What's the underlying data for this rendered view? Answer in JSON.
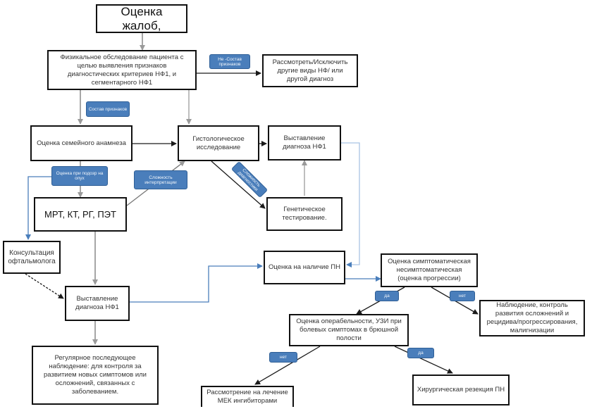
{
  "nodes": {
    "complaints": "Оценка жалоб,",
    "physical_exam": "Физикальное обследование пациента с целью выявления признаков диагностических критериев НФ1, и сегментарного НФ1",
    "consider_exclude": "Рассмотреть/Исключить другие виды НФ/ или другой диагноз",
    "family_history": "Оценка семейного анамнеза",
    "histology": "Гистологическое исследование",
    "diagnosis_nf1_top": "Выставление диагноза НФ1",
    "imaging": "МРТ, КТ, РГ, ПЭТ",
    "genetic_testing": "Генетическое тестирование.",
    "ophthalmologist": "Консультация офтальмолога",
    "pn_assessment": "Оценка на наличие ПН",
    "symptomatic_assessment": "Оценка симптоматическая несимптоматическая (оценка прогрессии)",
    "diagnosis_nf1_bottom": "Выставление диагноза НФ1",
    "operability": "Оценка операбельности, УЗИ при болевых симптомах в брюшной полости",
    "observation_control": "Наблюдение, контроль развития осложнений и рецидива/прогрессирования, малигнизации",
    "regular_followup": "Регулярное последующее наблюдение: для контроля за развитием новых симптомов или осложнений, связанных с заболеванием.",
    "mek_treatment": "Рассмотрение на лечение МЕК ингибиторами",
    "surgical_resection": "Хирургическая резекция ПН"
  },
  "edge_labels": {
    "not_all_signs": "Не -Состав признаков",
    "signs_composition": "Состав признаков",
    "suspected_tumor": "Оценка при подозр на опух",
    "interpretation_difficulty": "Сложность интерпретации",
    "difficulty_diagnosis": "Сложность диагностики",
    "yes_left": "да",
    "no_right": "нет",
    "no_bottom": "нет",
    "yes_bottom": "да"
  },
  "colors": {
    "box_border": "#111111",
    "arrow_black": "#1a1a1a",
    "arrow_gray": "#9a9a9a",
    "arrow_blue": "#4a7ebb",
    "tag_fill": "#4a7ebb"
  }
}
